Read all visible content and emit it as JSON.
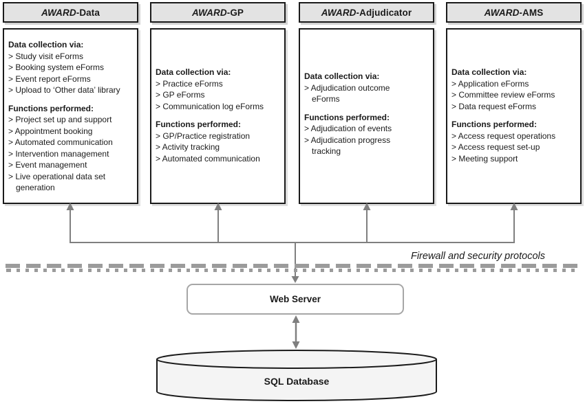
{
  "columns": [
    {
      "title_italic": "AWARD",
      "title_suffix": "-Data",
      "collection_heading": "Data collection via:",
      "collection_items": [
        "> Study visit eForms",
        "> Booking system eForms",
        "> Event report eForms",
        "> Upload to ‘Other data’ library"
      ],
      "functions_heading": "Functions performed:",
      "functions_items": [
        "> Project set up and support",
        "> Appointment booking",
        "> Automated communication",
        "> Intervention management",
        "> Event management",
        "> Live operational data set\ngeneration"
      ]
    },
    {
      "title_italic": "AWARD",
      "title_suffix": "-GP",
      "collection_heading": "Data collection via:",
      "collection_items": [
        "> Practice eForms",
        "> GP eForms",
        "> Communication log eForms"
      ],
      "functions_heading": "Functions performed:",
      "functions_items": [
        "> GP/Practice registration",
        "> Activity tracking",
        "> Automated communication"
      ]
    },
    {
      "title_italic": "AWARD",
      "title_suffix": "-Adjudicator",
      "collection_heading": "Data collection via:",
      "collection_items": [
        "> Adjudication outcome\neForms"
      ],
      "functions_heading": "Functions performed:",
      "functions_items": [
        "> Adjudication of events",
        "> Adjudication progress\ntracking"
      ]
    },
    {
      "title_italic": "AWARD",
      "title_suffix": "-AMS",
      "collection_heading": "Data collection via:",
      "collection_items": [
        "> Application eForms",
        "> Committee review eForms",
        "> Data request eForms"
      ],
      "functions_heading": "Functions performed:",
      "functions_items": [
        "> Access request operations",
        "> Access request set-up",
        "> Meeting support"
      ]
    }
  ],
  "firewall_label": "Firewall and security protocols",
  "web_server_label": "Web Server",
  "sql_database_label": "SQL Database",
  "colors": {
    "header_fill": "#e3e3e3",
    "box_border": "#1a1a1a",
    "connector_gray": "#7f7f7f",
    "firewall_dash": "#9b9b9b",
    "server_border": "#a6a6a6",
    "cylinder_fill": "#f4f4f4"
  }
}
